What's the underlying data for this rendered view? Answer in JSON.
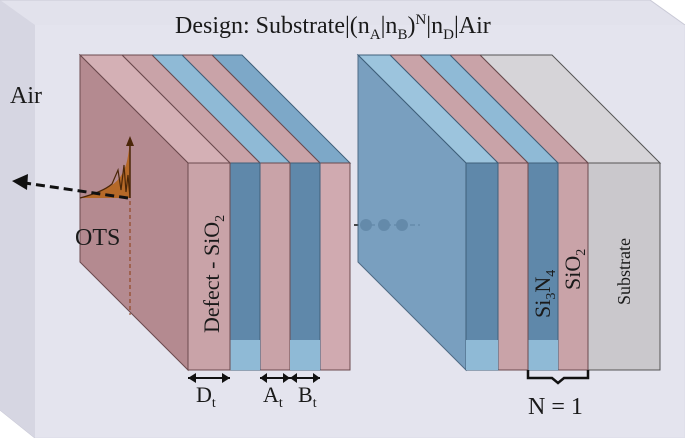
{
  "design": {
    "prefix": "Design: Substrate|(n",
    "sub_a": "A",
    "mid1": "|n",
    "sub_b": "B",
    "close": ")",
    "sup_n": "N",
    "mid2": "|n",
    "sub_d": "D",
    "suffix": "|Air"
  },
  "labels": {
    "air": "Air",
    "ots": "OTS",
    "defect": "Defect - SiO",
    "defect_sub": "2",
    "sin_si": "Si",
    "sin_sub3": "3",
    "sin_n": "N",
    "sin_sub4": "4",
    "sio2": "SiO",
    "sio2_sub": "2",
    "substrate": "Substrate",
    "n_equals": "N = 1"
  },
  "dimensions": {
    "d": "D",
    "d_sub": "t",
    "a": "A",
    "a_sub": "t",
    "b": "B",
    "b_sub": "t"
  },
  "colors": {
    "sio2_face": "#c9a3a8",
    "sio2_top": "#d8b8bc",
    "sin_face": "#5c86a8",
    "sin_side": "#8fbad6",
    "substrate": "#c8c6ca",
    "air_box": "#dcdce8",
    "ots": "#b5651d"
  }
}
